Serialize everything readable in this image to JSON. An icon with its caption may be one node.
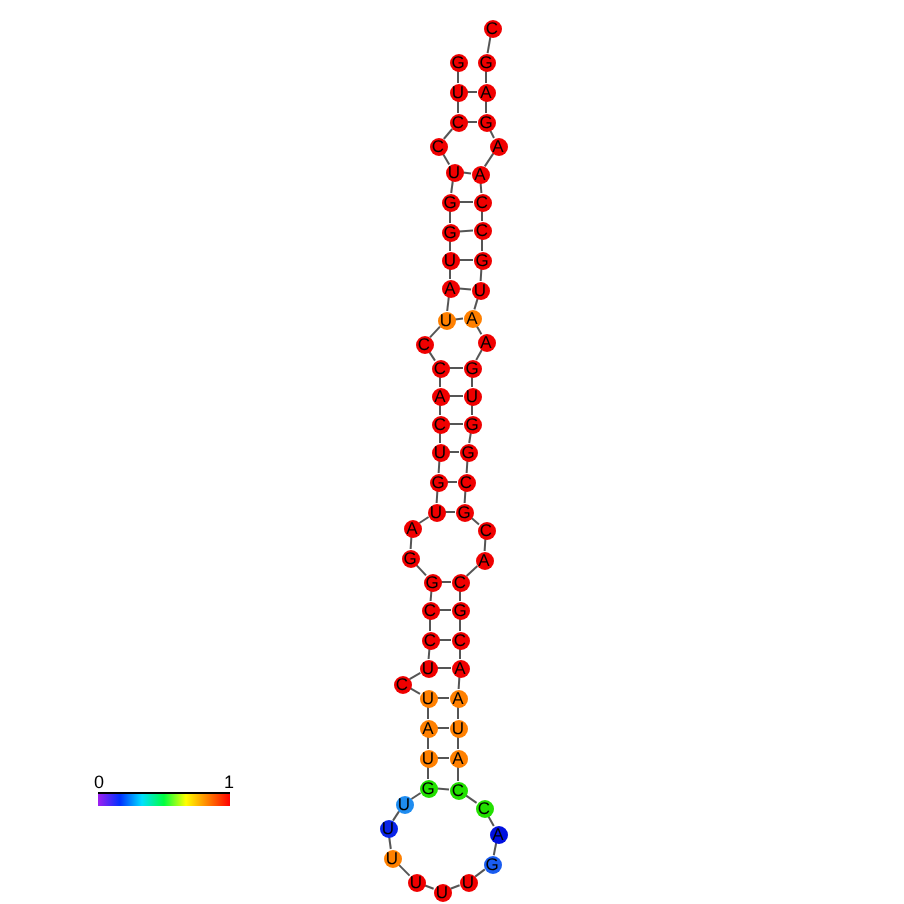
{
  "diagram": {
    "nodes": [
      {
        "text": [
          "G"
        ]
      },
      {
        "text": [
          "U"
        ]
      },
      {
        "text": [
          "C"
        ]
      },
      {
        "text": [
          "C"
        ]
      },
      {
        "text": [
          "U"
        ]
      },
      {
        "text": [
          "G"
        ]
      },
      {
        "text": [
          "G"
        ]
      },
      {
        "text": [
          "U"
        ]
      },
      {
        "text": [
          "A"
        ]
      },
      {
        "text": [
          "U"
        ]
      },
      {
        "text": [
          "C"
        ]
      },
      {
        "text": [
          "C"
        ]
      },
      {
        "text": [
          "A"
        ]
      },
      {
        "text": [
          "C"
        ]
      },
      {
        "text": [
          "U"
        ]
      },
      {
        "text": [
          "G"
        ]
      },
      {
        "text": [
          "U"
        ]
      },
      {
        "text": [
          "A"
        ]
      },
      {
        "text": [
          "G"
        ]
      },
      {
        "text": [
          "G"
        ]
      },
      {
        "text": [
          "C"
        ]
      },
      {
        "text": [
          "C"
        ]
      },
      {
        "text": [
          "U"
        ]
      },
      {
        "text": [
          "C"
        ]
      },
      {
        "text": [
          "U"
        ]
      },
      {
        "text": [
          "A"
        ]
      },
      {
        "text": [
          "U"
        ]
      },
      {
        "text": [
          "G"
        ]
      },
      {
        "text": [
          "U"
        ]
      },
      {
        "text": [
          "U"
        ]
      },
      {
        "text": [
          "U"
        ]
      },
      {
        "text": [
          "U"
        ]
      },
      {
        "text": [
          "U"
        ]
      },
      {
        "text": [
          "U"
        ]
      },
      {
        "text": [
          "G"
        ]
      },
      {
        "text": [
          "A"
        ]
      },
      {
        "text": [
          "C"
        ]
      },
      {
        "text": [
          "C"
        ]
      },
      {
        "text": [
          "A"
        ]
      },
      {
        "text": [
          "U"
        ]
      },
      {
        "text": [
          "A"
        ]
      },
      {
        "text": [
          "A"
        ]
      },
      {
        "text": [
          "C"
        ]
      },
      {
        "text": [
          "G"
        ]
      },
      {
        "text": [
          "C"
        ]
      },
      {
        "text": [
          "A"
        ]
      },
      {
        "text": [
          "C"
        ]
      },
      {
        "text": [
          "G"
        ]
      },
      {
        "text": [
          "C"
        ]
      },
      {
        "text": [
          "G"
        ]
      },
      {
        "text": [
          "G"
        ]
      },
      {
        "text": [
          "U"
        ]
      },
      {
        "text": [
          "G"
        ]
      },
      {
        "text": [
          "A"
        ]
      },
      {
        "text": [
          "A"
        ]
      },
      {
        "text": [
          "U"
        ]
      },
      {
        "text": [
          "G"
        ]
      },
      {
        "text": [
          "C"
        ]
      },
      {
        "text": [
          "C"
        ]
      },
      {
        "text": [
          "A"
        ]
      },
      {
        "text": [
          "A"
        ]
      },
      {
        "text": [
          "G"
        ]
      },
      {
        "text": [
          "A"
        ]
      },
      {
        "text": [
          "G"
        ]
      },
      {
        "text": [
          "C"
        ]
      }
    ],
    "edges": [
      {
        "from": 0,
        "to": 1,
        "arrow": "none"
      },
      {
        "from": 1,
        "to": 2,
        "arrow": "none"
      },
      {
        "from": 2,
        "to": 3,
        "arrow": "none"
      },
      {
        "from": 3,
        "to": 4,
        "arrow": "none"
      },
      {
        "from": 4,
        "to": 5,
        "arrow": "none"
      },
      {
        "from": 5,
        "to": 6,
        "arrow": "none"
      },
      {
        "from": 6,
        "to": 7,
        "arrow": "none"
      },
      {
        "from": 7,
        "to": 8,
        "arrow": "none"
      },
      {
        "from": 8,
        "to": 9,
        "arrow": "none"
      },
      {
        "from": 9,
        "to": 10,
        "arrow": "none"
      },
      {
        "from": 10,
        "to": 11,
        "arrow": "none"
      },
      {
        "from": 11,
        "to": 12,
        "arrow": "none"
      },
      {
        "from": 12,
        "to": 13,
        "arrow": "none"
      },
      {
        "from": 13,
        "to": 14,
        "arrow": "none"
      },
      {
        "from": 14,
        "to": 15,
        "arrow": "none"
      },
      {
        "from": 15,
        "to": 16,
        "arrow": "none"
      },
      {
        "from": 16,
        "to": 17,
        "arrow": "none"
      },
      {
        "from": 17,
        "to": 18,
        "arrow": "none"
      },
      {
        "from": 18,
        "to": 19,
        "arrow": "none"
      },
      {
        "from": 19,
        "to": 20,
        "arrow": "none"
      },
      {
        "from": 20,
        "to": 21,
        "arrow": "none"
      },
      {
        "from": 21,
        "to": 22,
        "arrow": "none"
      },
      {
        "from": 22,
        "to": 23,
        "arrow": "none"
      },
      {
        "from": 23,
        "to": 24,
        "arrow": "none"
      },
      {
        "from": 24,
        "to": 25,
        "arrow": "none"
      },
      {
        "from": 25,
        "to": 26,
        "arrow": "none"
      },
      {
        "from": 26,
        "to": 27,
        "arrow": "none"
      },
      {
        "from": 27,
        "to": 28,
        "arrow": "none"
      },
      {
        "from": 28,
        "to": 29,
        "arrow": "none"
      },
      {
        "from": 29,
        "to": 30,
        "arrow": "none"
      },
      {
        "from": 30,
        "to": 31,
        "arrow": "none"
      },
      {
        "from": 31,
        "to": 32,
        "arrow": "none"
      },
      {
        "from": 32,
        "to": 33,
        "arrow": "none"
      },
      {
        "from": 33,
        "to": 34,
        "arrow": "none"
      },
      {
        "from": 34,
        "to": 35,
        "arrow": "none"
      },
      {
        "from": 35,
        "to": 36,
        "arrow": "none"
      },
      {
        "from": 36,
        "to": 37,
        "arrow": "none"
      },
      {
        "from": 37,
        "to": 38,
        "arrow": "none"
      },
      {
        "from": 38,
        "to": 39,
        "arrow": "none"
      },
      {
        "from": 39,
        "to": 40,
        "arrow": "none"
      },
      {
        "from": 40,
        "to": 41,
        "arrow": "none"
      },
      {
        "from": 41,
        "to": 42,
        "arrow": "none"
      },
      {
        "from": 42,
        "to": 43,
        "arrow": "none"
      },
      {
        "from": 43,
        "to": 44,
        "arrow": "none"
      },
      {
        "from": 44,
        "to": 45,
        "arrow": "none"
      },
      {
        "from": 45,
        "to": 46,
        "arrow": "none"
      },
      {
        "from": 46,
        "to": 47,
        "arrow": "none"
      },
      {
        "from": 47,
        "to": 48,
        "arrow": "none"
      },
      {
        "from": 48,
        "to": 49,
        "arrow": "none"
      },
      {
        "from": 49,
        "to": 50,
        "arrow": "none"
      },
      {
        "from": 50,
        "to": 51,
        "arrow": "none"
      },
      {
        "from": 51,
        "to": 52,
        "arrow": "none"
      },
      {
        "from": 52,
        "to": 53,
        "arrow": "none"
      },
      {
        "from": 53,
        "to": 54,
        "arrow": "none"
      },
      {
        "from": 54,
        "to": 55,
        "arrow": "none"
      },
      {
        "from": 55,
        "to": 56,
        "arrow": "none"
      },
      {
        "from": 56,
        "to": 57,
        "arrow": "none"
      },
      {
        "from": 57,
        "to": 58,
        "arrow": "none"
      },
      {
        "from": 58,
        "to": 59,
        "arrow": "none"
      },
      {
        "from": 59,
        "to": 60,
        "arrow": "none"
      },
      {
        "from": 60,
        "to": 61,
        "arrow": "none"
      },
      {
        "from": 61,
        "to": 62,
        "arrow": "none"
      },
      {
        "from": 62,
        "to": 63,
        "arrow": "none"
      },
      {
        "from": 63,
        "to": 64,
        "arrow": "none"
      },
      {
        "from": 1,
        "to": 62,
        "arrow": "none"
      },
      {
        "from": 2,
        "to": 61,
        "arrow": "none"
      },
      {
        "from": 4,
        "to": 59,
        "arrow": "none"
      },
      {
        "from": 5,
        "to": 58,
        "arrow": "none"
      },
      {
        "from": 6,
        "to": 57,
        "arrow": "none"
      },
      {
        "from": 7,
        "to": 56,
        "arrow": "none"
      },
      {
        "from": 8,
        "to": 55,
        "arrow": "none"
      },
      {
        "from": 9,
        "to": 54,
        "arrow": "none"
      },
      {
        "from": 11,
        "to": 52,
        "arrow": "none"
      },
      {
        "from": 12,
        "to": 51,
        "arrow": "none"
      },
      {
        "from": 13,
        "to": 50,
        "arrow": "none"
      },
      {
        "from": 14,
        "to": 49,
        "arrow": "none"
      },
      {
        "from": 15,
        "to": 48,
        "arrow": "none"
      },
      {
        "from": 16,
        "to": 47,
        "arrow": "none"
      },
      {
        "from": 19,
        "to": 44,
        "arrow": "none"
      },
      {
        "from": 20,
        "to": 43,
        "arrow": "none"
      },
      {
        "from": 21,
        "to": 42,
        "arrow": "none"
      },
      {
        "from": 22,
        "to": 41,
        "arrow": "none"
      },
      {
        "from": 24,
        "to": 40,
        "arrow": "none"
      },
      {
        "from": 25,
        "to": 39,
        "arrow": "none"
      },
      {
        "from": 26,
        "to": 38,
        "arrow": "none"
      },
      {
        "from": 27,
        "to": 37,
        "arrow": "none"
      }
    ],
    "labels": [
      "0",
      "1"
    ]
  }
}
